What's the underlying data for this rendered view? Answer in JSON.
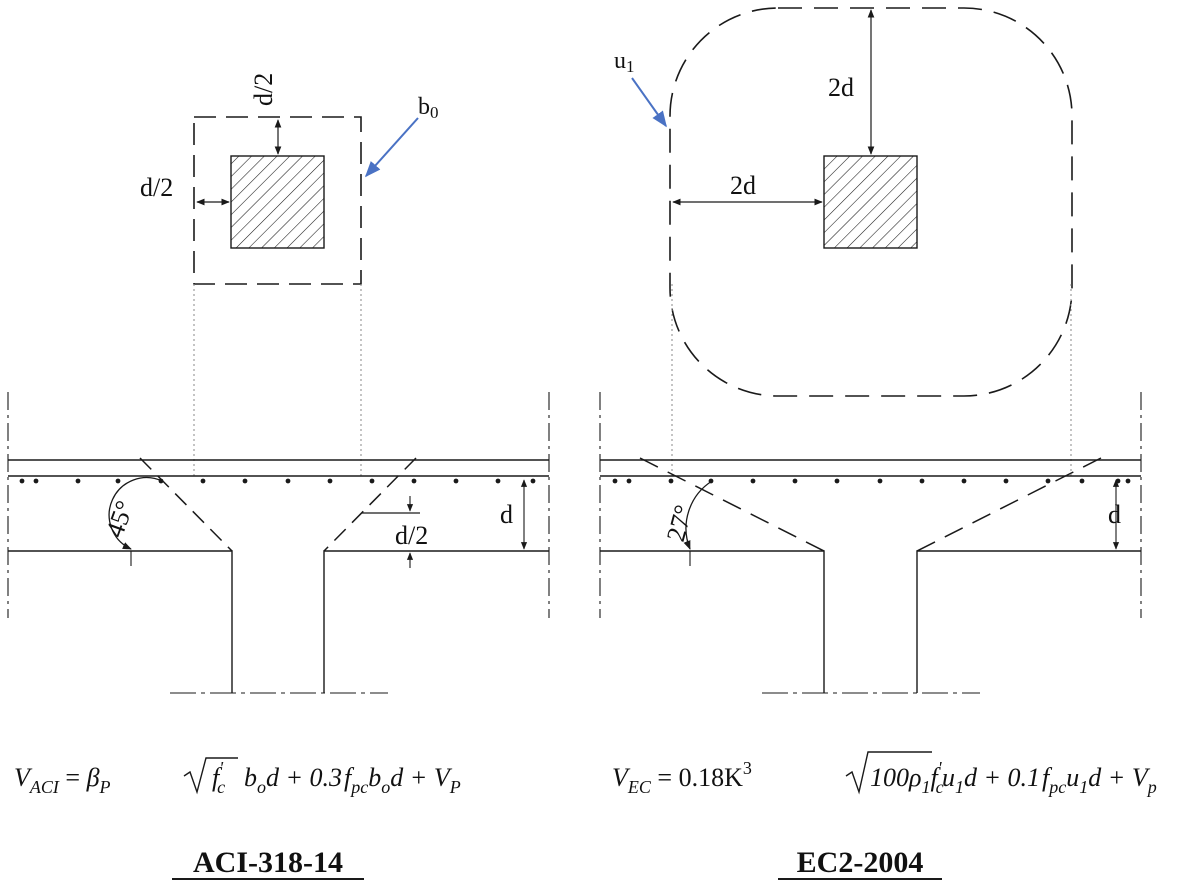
{
  "colors": {
    "ink": "#1a1a1a",
    "arrow": "#4a72c4",
    "dotted": "#888888"
  },
  "aci": {
    "half_d_top": "d/2",
    "half_d_left": "d/2",
    "perimeter_label": "b",
    "perimeter_sub": "0",
    "angle": "45°",
    "depth": "d",
    "half_d_side": "d/2",
    "equation": {
      "lhs": "V",
      "lhs_sub": "ACI",
      "eq": " = ",
      "beta": "β",
      "beta_sub": "P",
      "fc": "f",
      "fc_prime": "'",
      "fc_sub": "c",
      "b1": "b",
      "b1_sub": "o",
      "t1": "d + 0.3",
      "f2": "f",
      "f2_sub": "pc",
      "b2": "b",
      "b2_sub": "o",
      "t2": "d + V",
      "vp_sub": "P"
    },
    "code": "ACI-318-14"
  },
  "ec": {
    "perimeter_label": "u",
    "perimeter_sub": "1",
    "vert_2d": "2d",
    "horiz_2d": "2d",
    "angle": "27°",
    "depth": "d",
    "equation": {
      "lhs": "V",
      "lhs_sub": "EC",
      "eq": " = ",
      "t1": "0.18K",
      "t1_sup": "3",
      "rad": "100ρ",
      "rho_sub": "1",
      "fc": "f",
      "fc_prime": "'",
      "fc_sub": "c",
      "u1": "u",
      "u1_sub": "1",
      "t2": "d + 0.1",
      "f2": "f",
      "f2_sub": "pc",
      "u2": "u",
      "u2_sub": "1",
      "t3": "d + V",
      "vp_sub": "p"
    },
    "code": "EC2-2004"
  }
}
